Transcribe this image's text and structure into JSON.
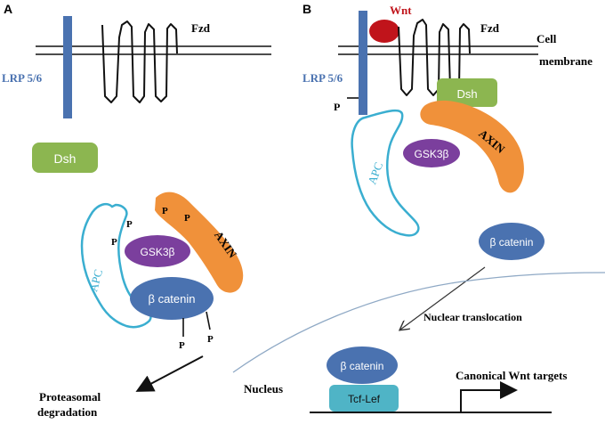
{
  "panel_a": {
    "letter": "A",
    "lrp": "LRP 5/6",
    "fzd": "Fzd",
    "dsh": "Dsh",
    "apc": "APC",
    "gsk": "GSK3β",
    "axin": "AXIN",
    "catenin": "β catenin",
    "phospho": "P",
    "degradation_line1": "Proteasomal",
    "degradation_line2": "degradation"
  },
  "panel_b": {
    "letter": "B",
    "wnt": "Wnt",
    "lrp": "LRP 5/6",
    "fzd": "Fzd",
    "membrane_line1": "Cell",
    "membrane_line2": "membrane",
    "dsh": "Dsh",
    "apc": "APC",
    "gsk": "GSK3β",
    "axin": "AXIN",
    "phospho": "P",
    "catenin_cytoplasm": "β catenin",
    "translocation": "Nuclear translocation",
    "nucleus": "Nucleus",
    "catenin_nucleus": "β catenin",
    "tcf": "Tcf-Lef",
    "targets": "Canonical Wnt targets"
  },
  "colors": {
    "lrp": "#4a72b0",
    "dsh": "#8cb650",
    "gsk": "#7b3f9d",
    "axin": "#f0913a",
    "catenin": "#4a72b0",
    "apc": "#3aaed0",
    "wnt": "#c0141b",
    "tcf": "#4fb4c6",
    "nucleus_arc": "#8fa9c5"
  }
}
